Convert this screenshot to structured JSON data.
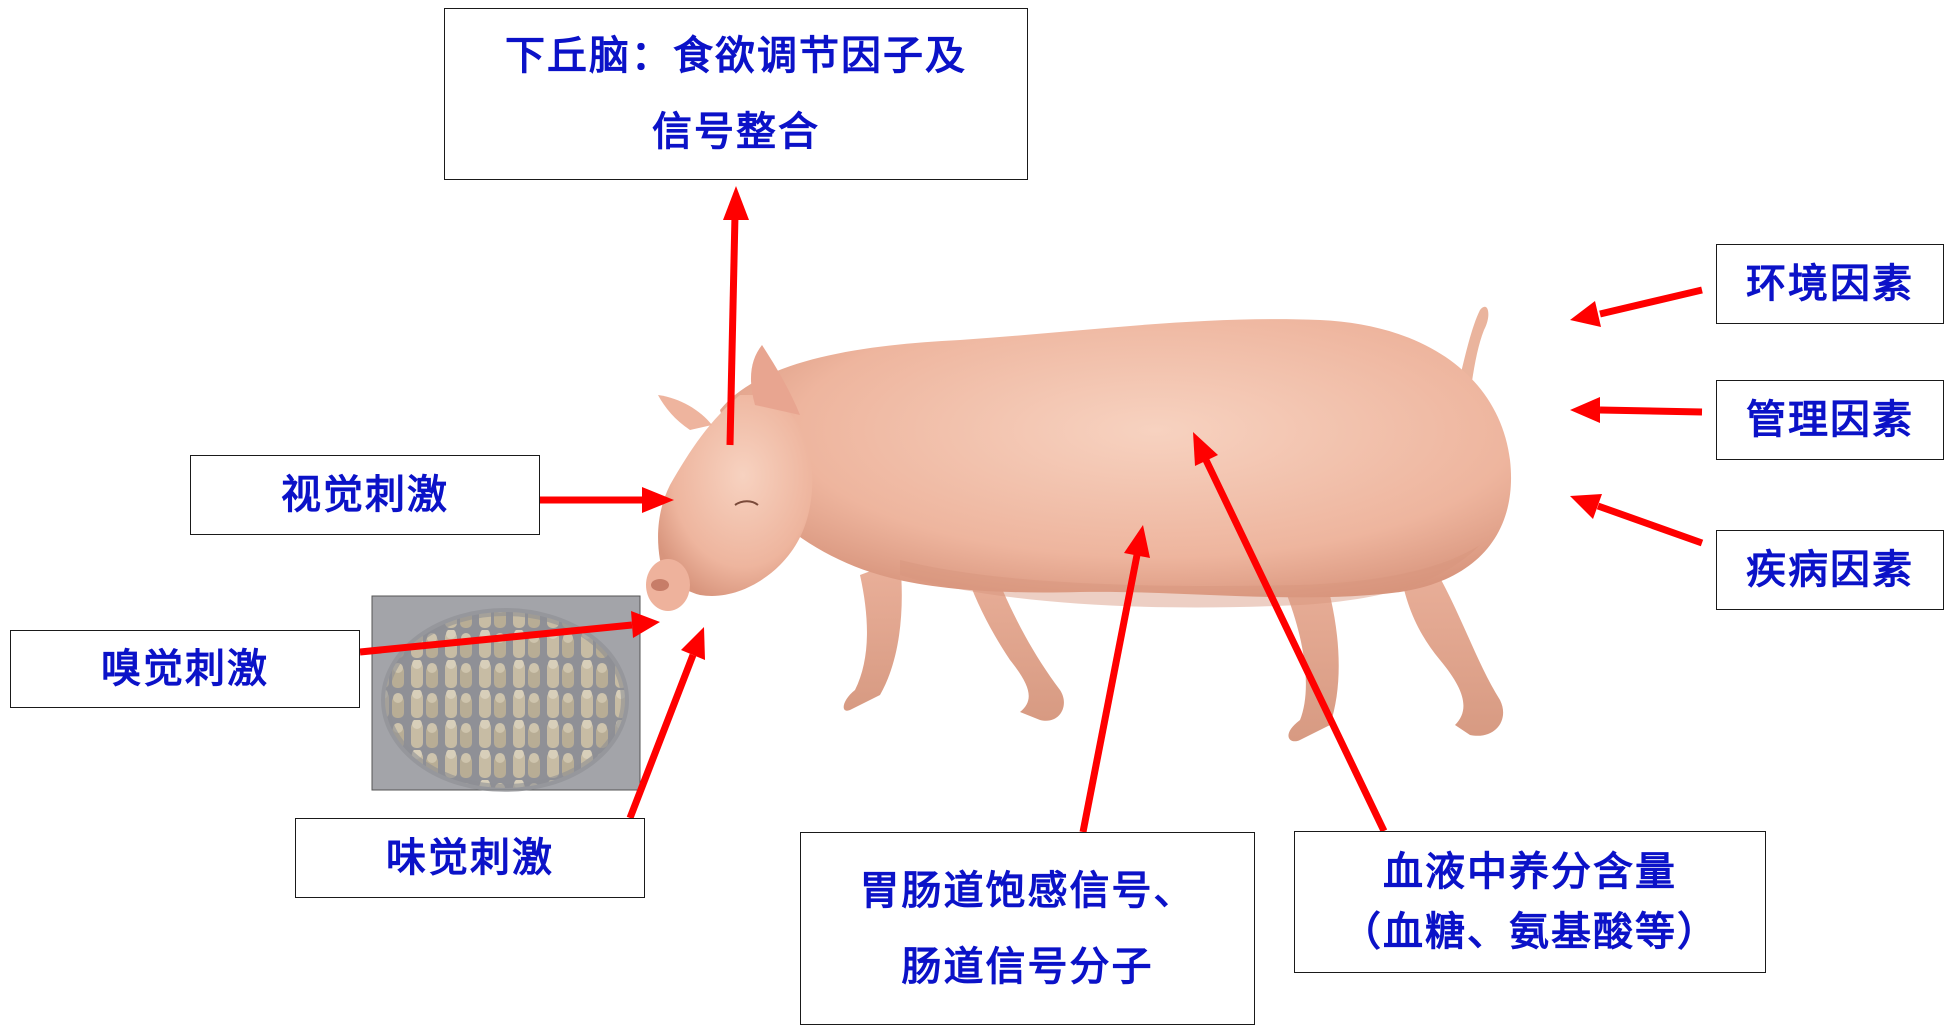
{
  "labels": {
    "hypothalamus_line1": "下丘脑：食欲调节因子及",
    "hypothalamus_line2": "信号整合",
    "visual": "视觉刺激",
    "olfactory": "嗅觉刺激",
    "taste": "味觉刺激",
    "gut_line1": "胃肠道饱感信号、",
    "gut_line2": "肠道信号分子",
    "blood_line1": "血液中养分含量",
    "blood_line2": "（血糖、氨基酸等）",
    "environment": "环境因素",
    "management": "管理因素",
    "disease": "疾病因素"
  },
  "colors": {
    "text": "#0b12c8",
    "arrow": "#ff0000",
    "border": "#1a1a1a",
    "pig_skin": "#f2bfa9",
    "pig_shadow": "#d8957d",
    "feed_bg": "#9a9ba0",
    "feed_pellet": "#c9bfa8"
  },
  "images": {
    "pig": "pig-photo",
    "feed": "feed-pellets-photo"
  }
}
